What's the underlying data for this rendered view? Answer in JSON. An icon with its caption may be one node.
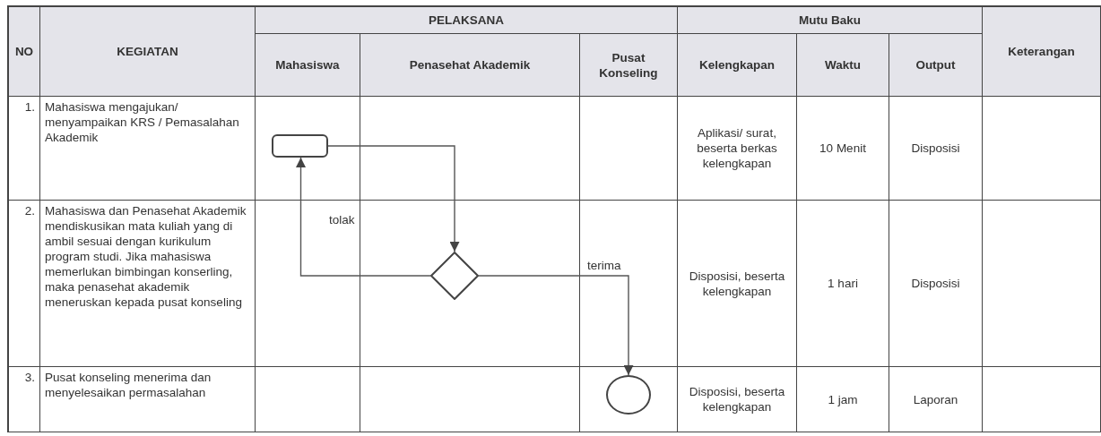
{
  "diagram": {
    "nodes": [
      {
        "text": [],
        "shape": "box"
      },
      {
        "text": [],
        "shape": "diamond"
      },
      {
        "text": [],
        "shape": "circle"
      }
    ],
    "edges": [
      {
        "from": 0,
        "to": 1,
        "arrow": "to"
      },
      {
        "from": 1,
        "to": 0,
        "arrow": "to",
        "label": "tolak"
      },
      {
        "from": 1,
        "to": 2,
        "arrow": "to",
        "label": "terima"
      }
    ],
    "labels": [
      "NO",
      "KEGIATAN",
      "PELAKSANA",
      "Mutu Baku",
      "Keterangan",
      "Mahasiswa",
      "Penasehat Akademik",
      "Pusat Konseling",
      "Kelengkapan",
      "Waktu",
      "Output",
      "1.",
      "Mahasiswa mengajukan/ menyampaikan KRS / Pemasalahan Akademik",
      "Aplikasi/ surat, beserta berkas kelengkapan",
      "10 Menit",
      "Disposisi",
      "2.",
      "Mahasiswa dan Penasehat Akademik mendiskusikan mata kuliah yang di ambil sesuai dengan kurikulum program studi.  Jika mahasiswa memerlukan bimbingan konserling, maka penasehat akademik meneruskan kepada pusat konseling",
      "Disposisi, beserta kelengkapan",
      "1 hari",
      "Disposisi",
      "3.",
      "Pusat konseling menerima dan menyelesaikan permasalahan",
      "Disposisi, beserta kelengkapan",
      "1 jam",
      "Laporan"
    ]
  }
}
